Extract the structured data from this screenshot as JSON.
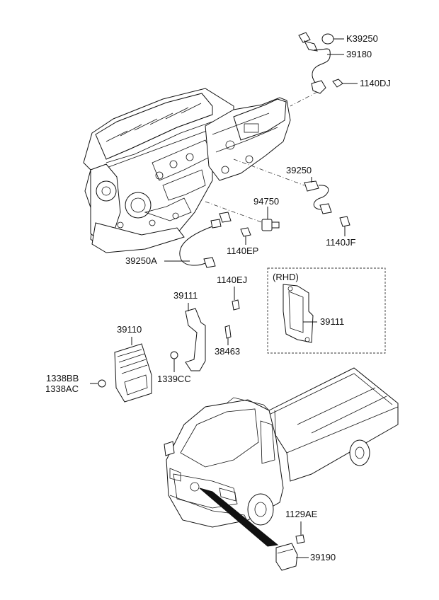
{
  "labels": {
    "k39250": "K39250",
    "p39180": "39180",
    "p1140dj": "1140DJ",
    "p39250": "39250",
    "p94750": "94750",
    "p1140ep": "1140EP",
    "p1140jf": "1140JF",
    "p39250a": "39250A",
    "p1140ej": "1140EJ",
    "p39111": "39111",
    "p39110": "39110",
    "p38463": "38463",
    "p1338bb": "1338BB",
    "p1338ac": "1338AC",
    "p1339cc": "1339CC",
    "rhd": "(RHD)",
    "p39111_rhd": "39111",
    "p1129ae": "1129AE",
    "p39190": "39190"
  }
}
